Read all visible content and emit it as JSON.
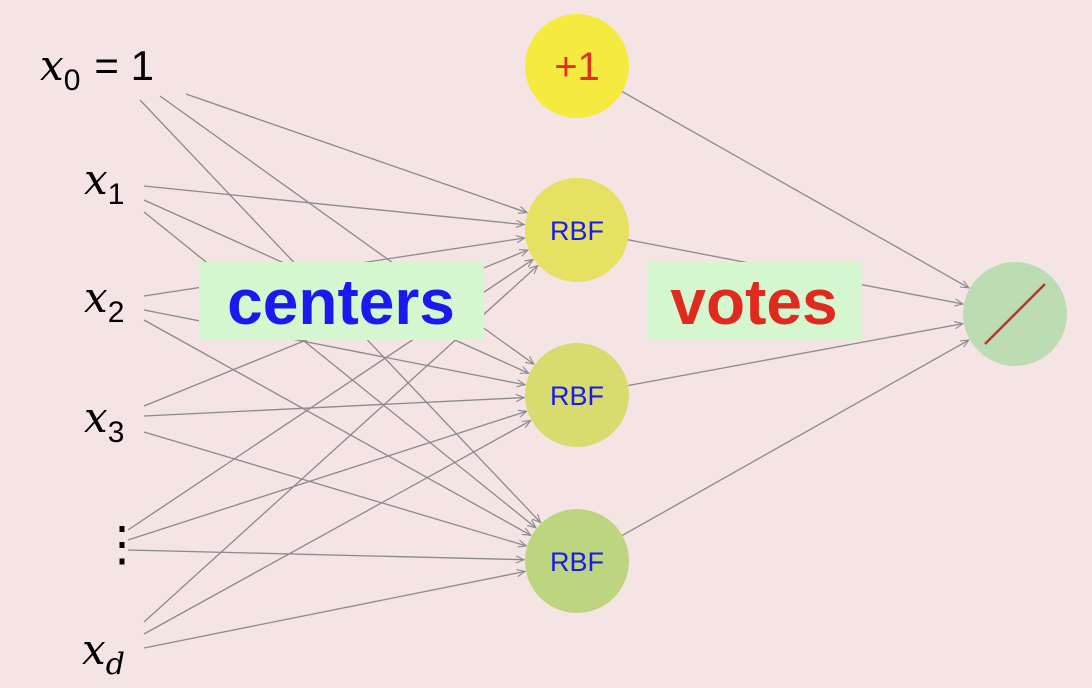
{
  "inputs": [
    {
      "var": "x",
      "sub": "0",
      "suffix": "= 1"
    },
    {
      "var": "x",
      "sub": "1",
      "suffix": ""
    },
    {
      "var": "x",
      "sub": "2",
      "suffix": ""
    },
    {
      "var": "x",
      "sub": "3",
      "suffix": ""
    },
    {
      "var": "",
      "sub": "",
      "suffix": "⋮"
    },
    {
      "var": "x",
      "sub": "d",
      "suffix": ""
    }
  ],
  "bias_node": {
    "label": "+1",
    "color": "#f5ea3f",
    "text_color": "#e03020"
  },
  "rbf_nodes": [
    {
      "label": "RBF",
      "color": "#e6e063"
    },
    {
      "label": "RBF",
      "color": "#d8dc6e"
    },
    {
      "label": "RBF",
      "color": "#bcd57e"
    }
  ],
  "output_node": {
    "color": "#bcdcb4",
    "line_color": "#c0302a"
  },
  "labels": {
    "centers": "centers",
    "votes": "votes"
  },
  "colors": {
    "background": "#f5e4e4",
    "edge": "#8a8a8a",
    "label_box": "#d4f7d0",
    "centers_text": "#1a1aee",
    "votes_text": "#e02a1e",
    "rbf_text": "#1a1aee"
  }
}
